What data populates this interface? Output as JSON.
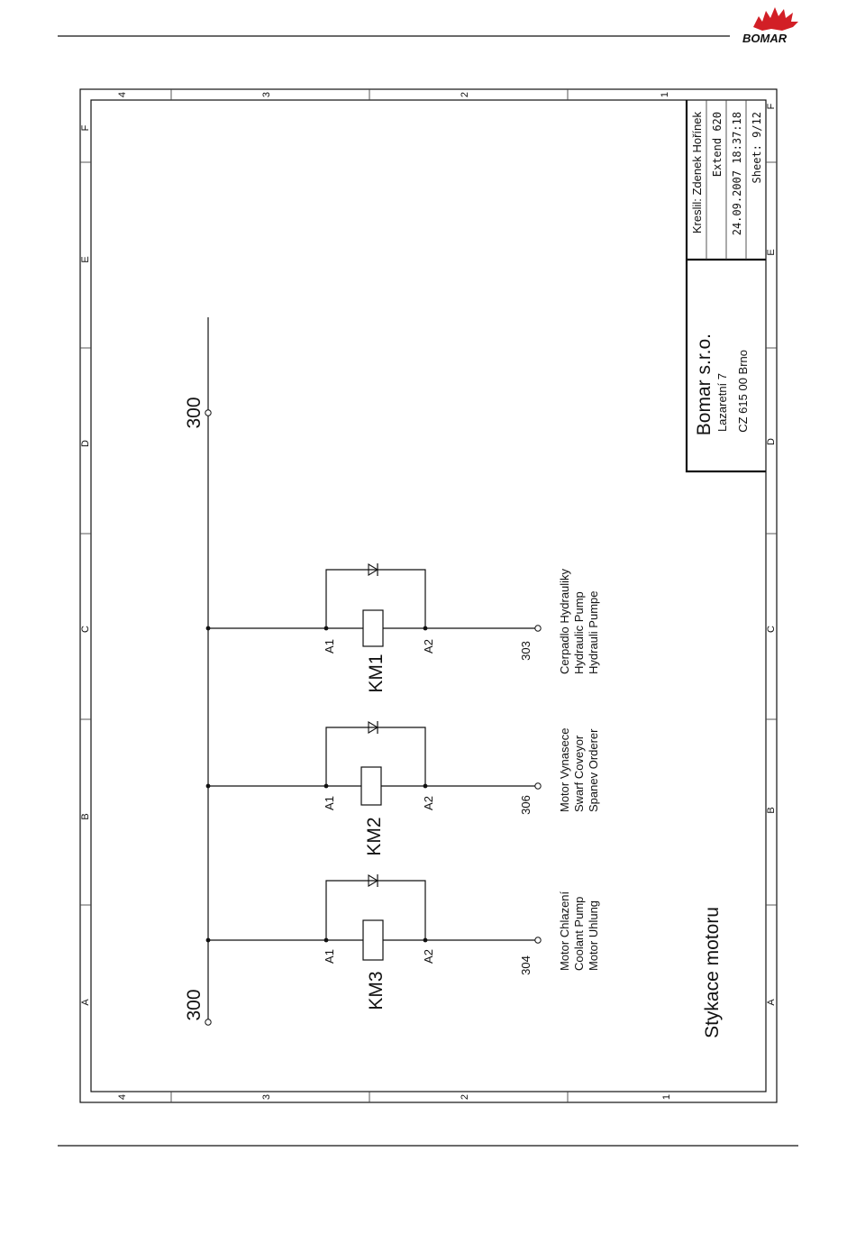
{
  "logo": {
    "text": "BOMAR",
    "color": "#d21f26"
  },
  "drawing": {
    "title": "Stykace motoru",
    "grid_columns": [
      "1",
      "2",
      "3",
      "4"
    ],
    "grid_rows": [
      "A",
      "B",
      "C",
      "D",
      "E",
      "F"
    ],
    "title_block": {
      "company": "Bomar s.r.o.",
      "street": "Lazaretní 7",
      "city": "CZ 615 00  Brno",
      "drawn_by": "Kreslil: Zdenek Hořínek",
      "software": "Extend 620",
      "datetime": "24.09.2007 18:37:18",
      "sheet": "Sheet: 9/12"
    },
    "bus_label_top": "300",
    "bus_label_bottom": "300",
    "contactors": [
      {
        "name": "KM1",
        "a1": "A1",
        "a2": "A2",
        "wire": "303",
        "desc": [
          "Cerpadlo Hydrauliky",
          "Hydraulic Pump",
          "Hydrauli Pumpe"
        ]
      },
      {
        "name": "KM2",
        "a1": "A1",
        "a2": "A2",
        "wire": "306",
        "desc": [
          "Motor Vynasece",
          "Swarf Coveyor",
          "Spanev Orderer"
        ]
      },
      {
        "name": "KM3",
        "a1": "A1",
        "a2": "A2",
        "wire": "304",
        "desc": [
          "Motor Chlazení",
          "Coolant Pump",
          "Motor Uhlung"
        ]
      }
    ]
  }
}
